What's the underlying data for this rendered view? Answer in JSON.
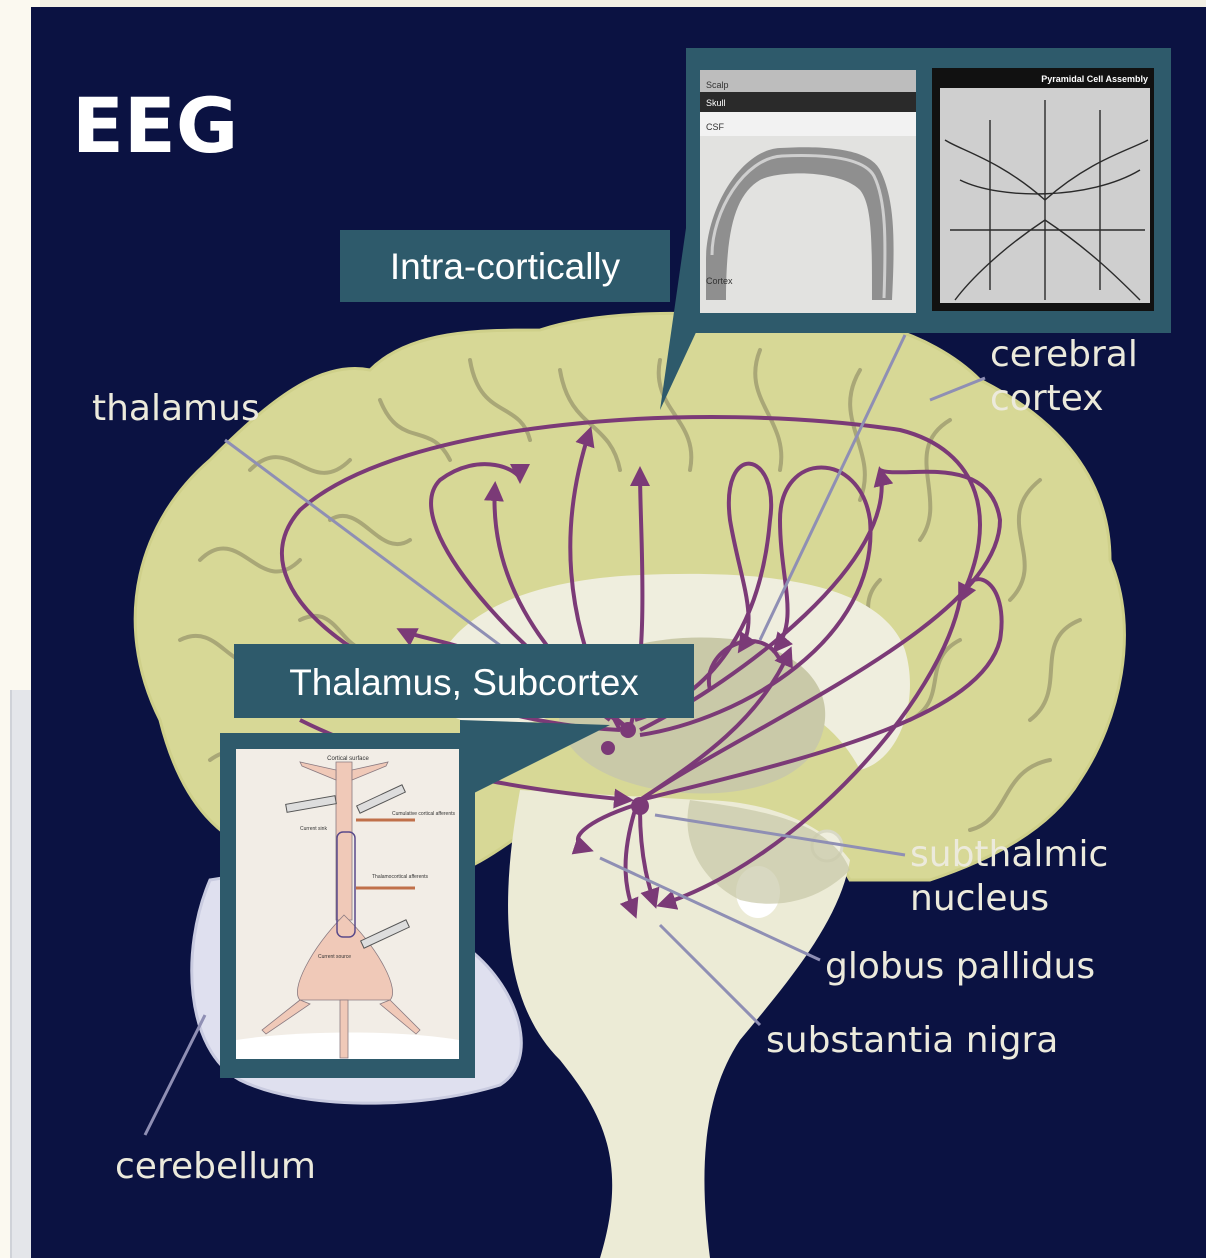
{
  "title": "EEG",
  "callouts": {
    "intracortical": "Intra-cortically",
    "subcortical": "Thalamus, Subcortex"
  },
  "labels": {
    "thalamus": "thalamus",
    "cerebral_cortex_1": "cerebral",
    "cerebral_cortex_2": "cortex",
    "subthalmic_1": "subthalmic",
    "subthalmic_2": "nucleus",
    "globus_pallidus": "globus pallidus",
    "substantia_nigra": "substantia nigra",
    "cerebellum": "cerebellum"
  },
  "inset_cortex": {
    "layers": [
      "Scalp",
      "Skull",
      "CSF",
      "Cortex"
    ]
  },
  "inset_pyramidal": {
    "title": "Pyramidal Cell Assembly"
  },
  "inset_neuron": {
    "title": "Cortical surface",
    "annotations": [
      "Cumulative cortical afferents",
      "Current sink",
      "Thalamocortical afferents",
      "Current source"
    ]
  },
  "colors": {
    "background": "#0b1242",
    "cortex": "#d7d896",
    "pathway": "#7b3a77",
    "callout_box": "#2e5a6b"
  }
}
